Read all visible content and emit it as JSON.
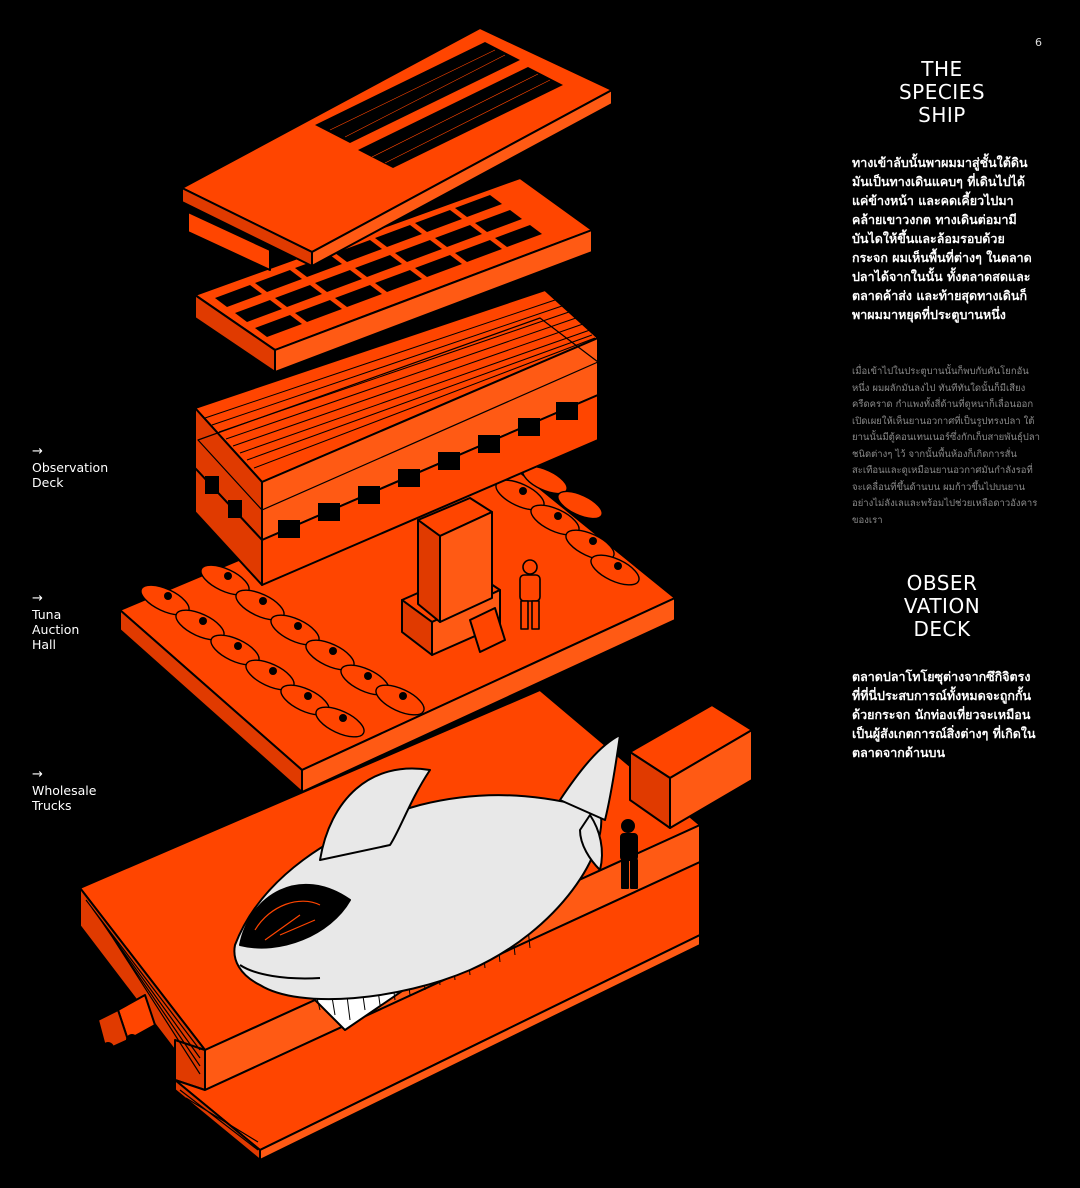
{
  "page_number": "6",
  "section1": {
    "title_lines": [
      "THE",
      "SPECIES",
      "SHIP"
    ],
    "bold_text": "ทางเข้าลับนั้นพาผมมาสู่ชั้นใต้ดิน มันเป็นทางเดินแคบๆ ที่เดินไปได้แค่ข้างหน้า และคดเคี้ยวไปมาคล้ายเขาวงกต ทางเดินต่อมามีบันไดให้ขึ้นและล้อมรอบด้วยกระจก ผมเห็นพื้นที่ต่างๆ ในตลาดปลาได้จากในนั้น ทั้งตลาดสดและตลาดค้าส่ง และท้ายสุดทางเดินก็พาผมมาหยุดที่ประตูบานหนึ่ง",
    "light_text": "เมื่อเข้าไปในประตูบานนั้นก็พบกับคันโยกอันหนึ่ง ผมผลักมันลงไป ทันทีทันใดนั้นก็มีเสียงครืดคราด กำแพงทั้งสี่ด้านที่ดูหนาก็เลื่อนออก เปิดเผยให้เห็นยานอวกาศที่เป็นรูปทรงปลา ใต้ยานนั้นมีตู้คอนเทนเนอร์ซึ่งกักเก็บสายพันธุ์ปลาชนิดต่างๆ ไว้ จากนั้นพื้นห้องก็เกิดการสั่นสะเทือนและดูเหมือนยานอวกาศมันกำลังรอที่จะเคลื่อนที่ขึ้นด้านบน ผมก้าวขึ้นไปบนยานอย่างไม่ลังเลและพร้อมไปช่วยเหลือดาวอังคารของเรา"
  },
  "section2": {
    "title_lines": [
      "OBSER",
      "VATION",
      "DECK"
    ],
    "bold_text": "ตลาดปลาโทโยซุต่างจากซึกิจิตรงที่ที่นี่ประสบการณ์ทั้งหมดจะถูกกั้นด้วยกระจก นักท่องเที่ยวจะเหมือนเป็นผู้สังเกตการณ์สิ่งต่างๆ ที่เกิดในตลาดจากด้านบน"
  },
  "labels": {
    "arrow": "→",
    "observation": [
      "Observation",
      "Deck"
    ],
    "tuna": [
      "Tuna",
      "Auction",
      "Hall"
    ],
    "wholesale": [
      "Wholesale",
      "Trucks"
    ]
  },
  "colors": {
    "orange": "#ff4500",
    "orange_dark": "#e03a00",
    "orange_light": "#ff5a14",
    "ink": "#000000",
    "fish_white": "#e8e8e8"
  },
  "icons": [
    "arrow-right-icon",
    "truck-icon",
    "fish-ship-icon",
    "worker-icon",
    "tuna-fish-icon"
  ]
}
